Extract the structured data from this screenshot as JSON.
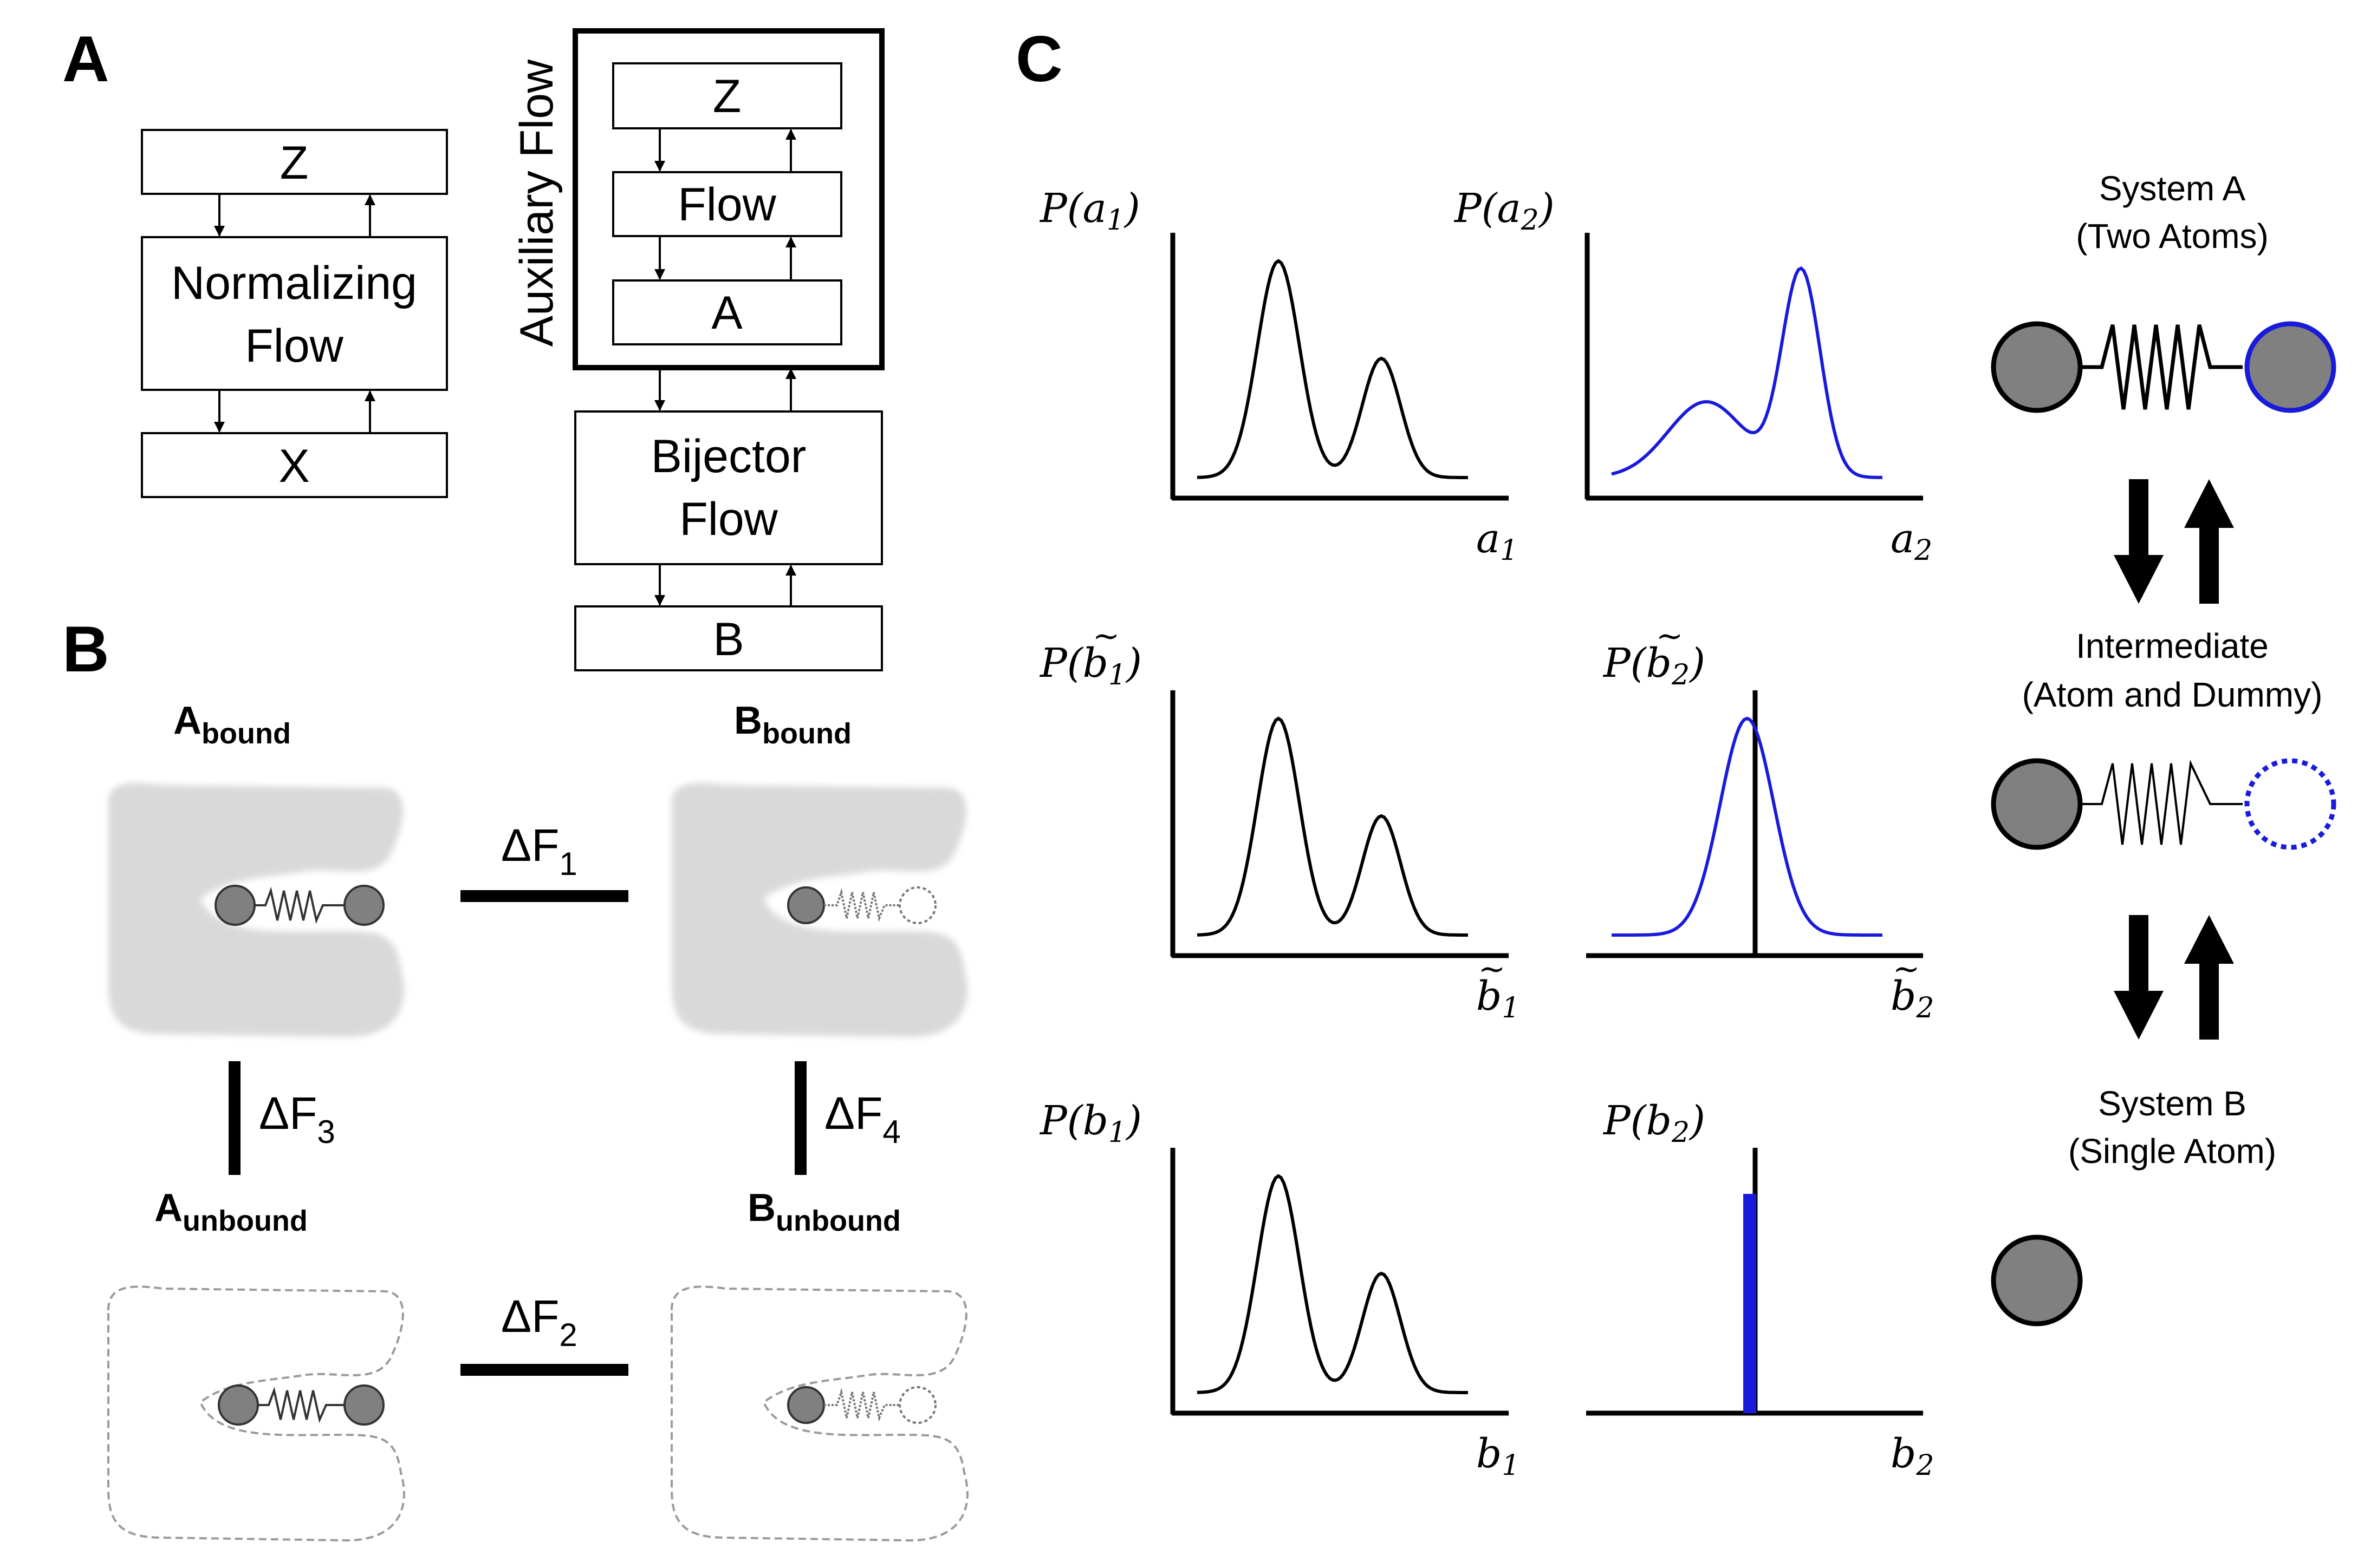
{
  "panel_labels": {
    "a": "A",
    "b": "B",
    "c": "C"
  },
  "panel_a": {
    "nf": {
      "z": "Z",
      "flow_line1": "Normalizing",
      "flow_line2": "Flow",
      "x": "X"
    },
    "aux": {
      "title": "Auxiliary Flow",
      "z": "Z",
      "flow": "Flow",
      "a": "A"
    },
    "bij": {
      "line1": "Bijector",
      "line2": "Flow",
      "b": "B"
    }
  },
  "panel_b": {
    "a_bound": {
      "main": "A",
      "sub": "bound"
    },
    "b_bound": {
      "main": "B",
      "sub": "bound"
    },
    "a_unbound": {
      "main": "A",
      "sub": "unbound"
    },
    "b_unbound": {
      "main": "B",
      "sub": "unbound"
    },
    "df1": {
      "main": "ΔF",
      "sub": "1"
    },
    "df2": {
      "main": "ΔF",
      "sub": "2"
    },
    "df3": {
      "main": "ΔF",
      "sub": "3"
    },
    "df4": {
      "main": "ΔF",
      "sub": "4"
    }
  },
  "panel_c": {
    "plots": [
      {
        "ylabel_pre": "P(",
        "ylabel_var": "a",
        "ylabel_sub": "1",
        "ylabel_post": ")",
        "xlabel_var": "a",
        "xlabel_sub": "1",
        "tilde": false,
        "shape": "bimodal",
        "color": "#000000"
      },
      {
        "ylabel_pre": "P(",
        "ylabel_var": "a",
        "ylabel_sub": "2",
        "ylabel_post": ")",
        "xlabel_var": "a",
        "xlabel_sub": "2",
        "tilde": false,
        "shape": "skewed",
        "color": "#1a1adb"
      },
      {
        "ylabel_pre": "P(",
        "ylabel_var": "b",
        "ylabel_sub": "1",
        "ylabel_post": ")",
        "xlabel_var": "b",
        "xlabel_sub": "1",
        "tilde": true,
        "shape": "bimodal",
        "color": "#000000"
      },
      {
        "ylabel_pre": "P(",
        "ylabel_var": "b",
        "ylabel_sub": "2",
        "ylabel_post": ")",
        "xlabel_var": "b",
        "xlabel_sub": "2",
        "tilde": true,
        "shape": "gaussian",
        "color": "#1a1adb"
      },
      {
        "ylabel_pre": "P(",
        "ylabel_var": "b",
        "ylabel_sub": "1",
        "ylabel_post": ")",
        "xlabel_var": "b",
        "xlabel_sub": "1",
        "tilde": false,
        "shape": "bimodal",
        "color": "#000000"
      },
      {
        "ylabel_pre": "P(",
        "ylabel_var": "b",
        "ylabel_sub": "2",
        "ylabel_post": ")",
        "xlabel_var": "b",
        "xlabel_sub": "2",
        "tilde": false,
        "shape": "delta",
        "color": "#1a1adb"
      }
    ],
    "system_a": {
      "line1": "System A",
      "line2": "(Two Atoms)"
    },
    "intermediate": {
      "line1": "Intermediate",
      "line2": "(Atom and Dummy)"
    },
    "system_b": {
      "line1": "System B",
      "line2": "(Single Atom)"
    }
  },
  "colors": {
    "atom_fill": "#808080",
    "dummy_blue": "#1a1adb",
    "protein_fill": "#d9d9d9",
    "dashed_outline": "#9a9a9a"
  }
}
